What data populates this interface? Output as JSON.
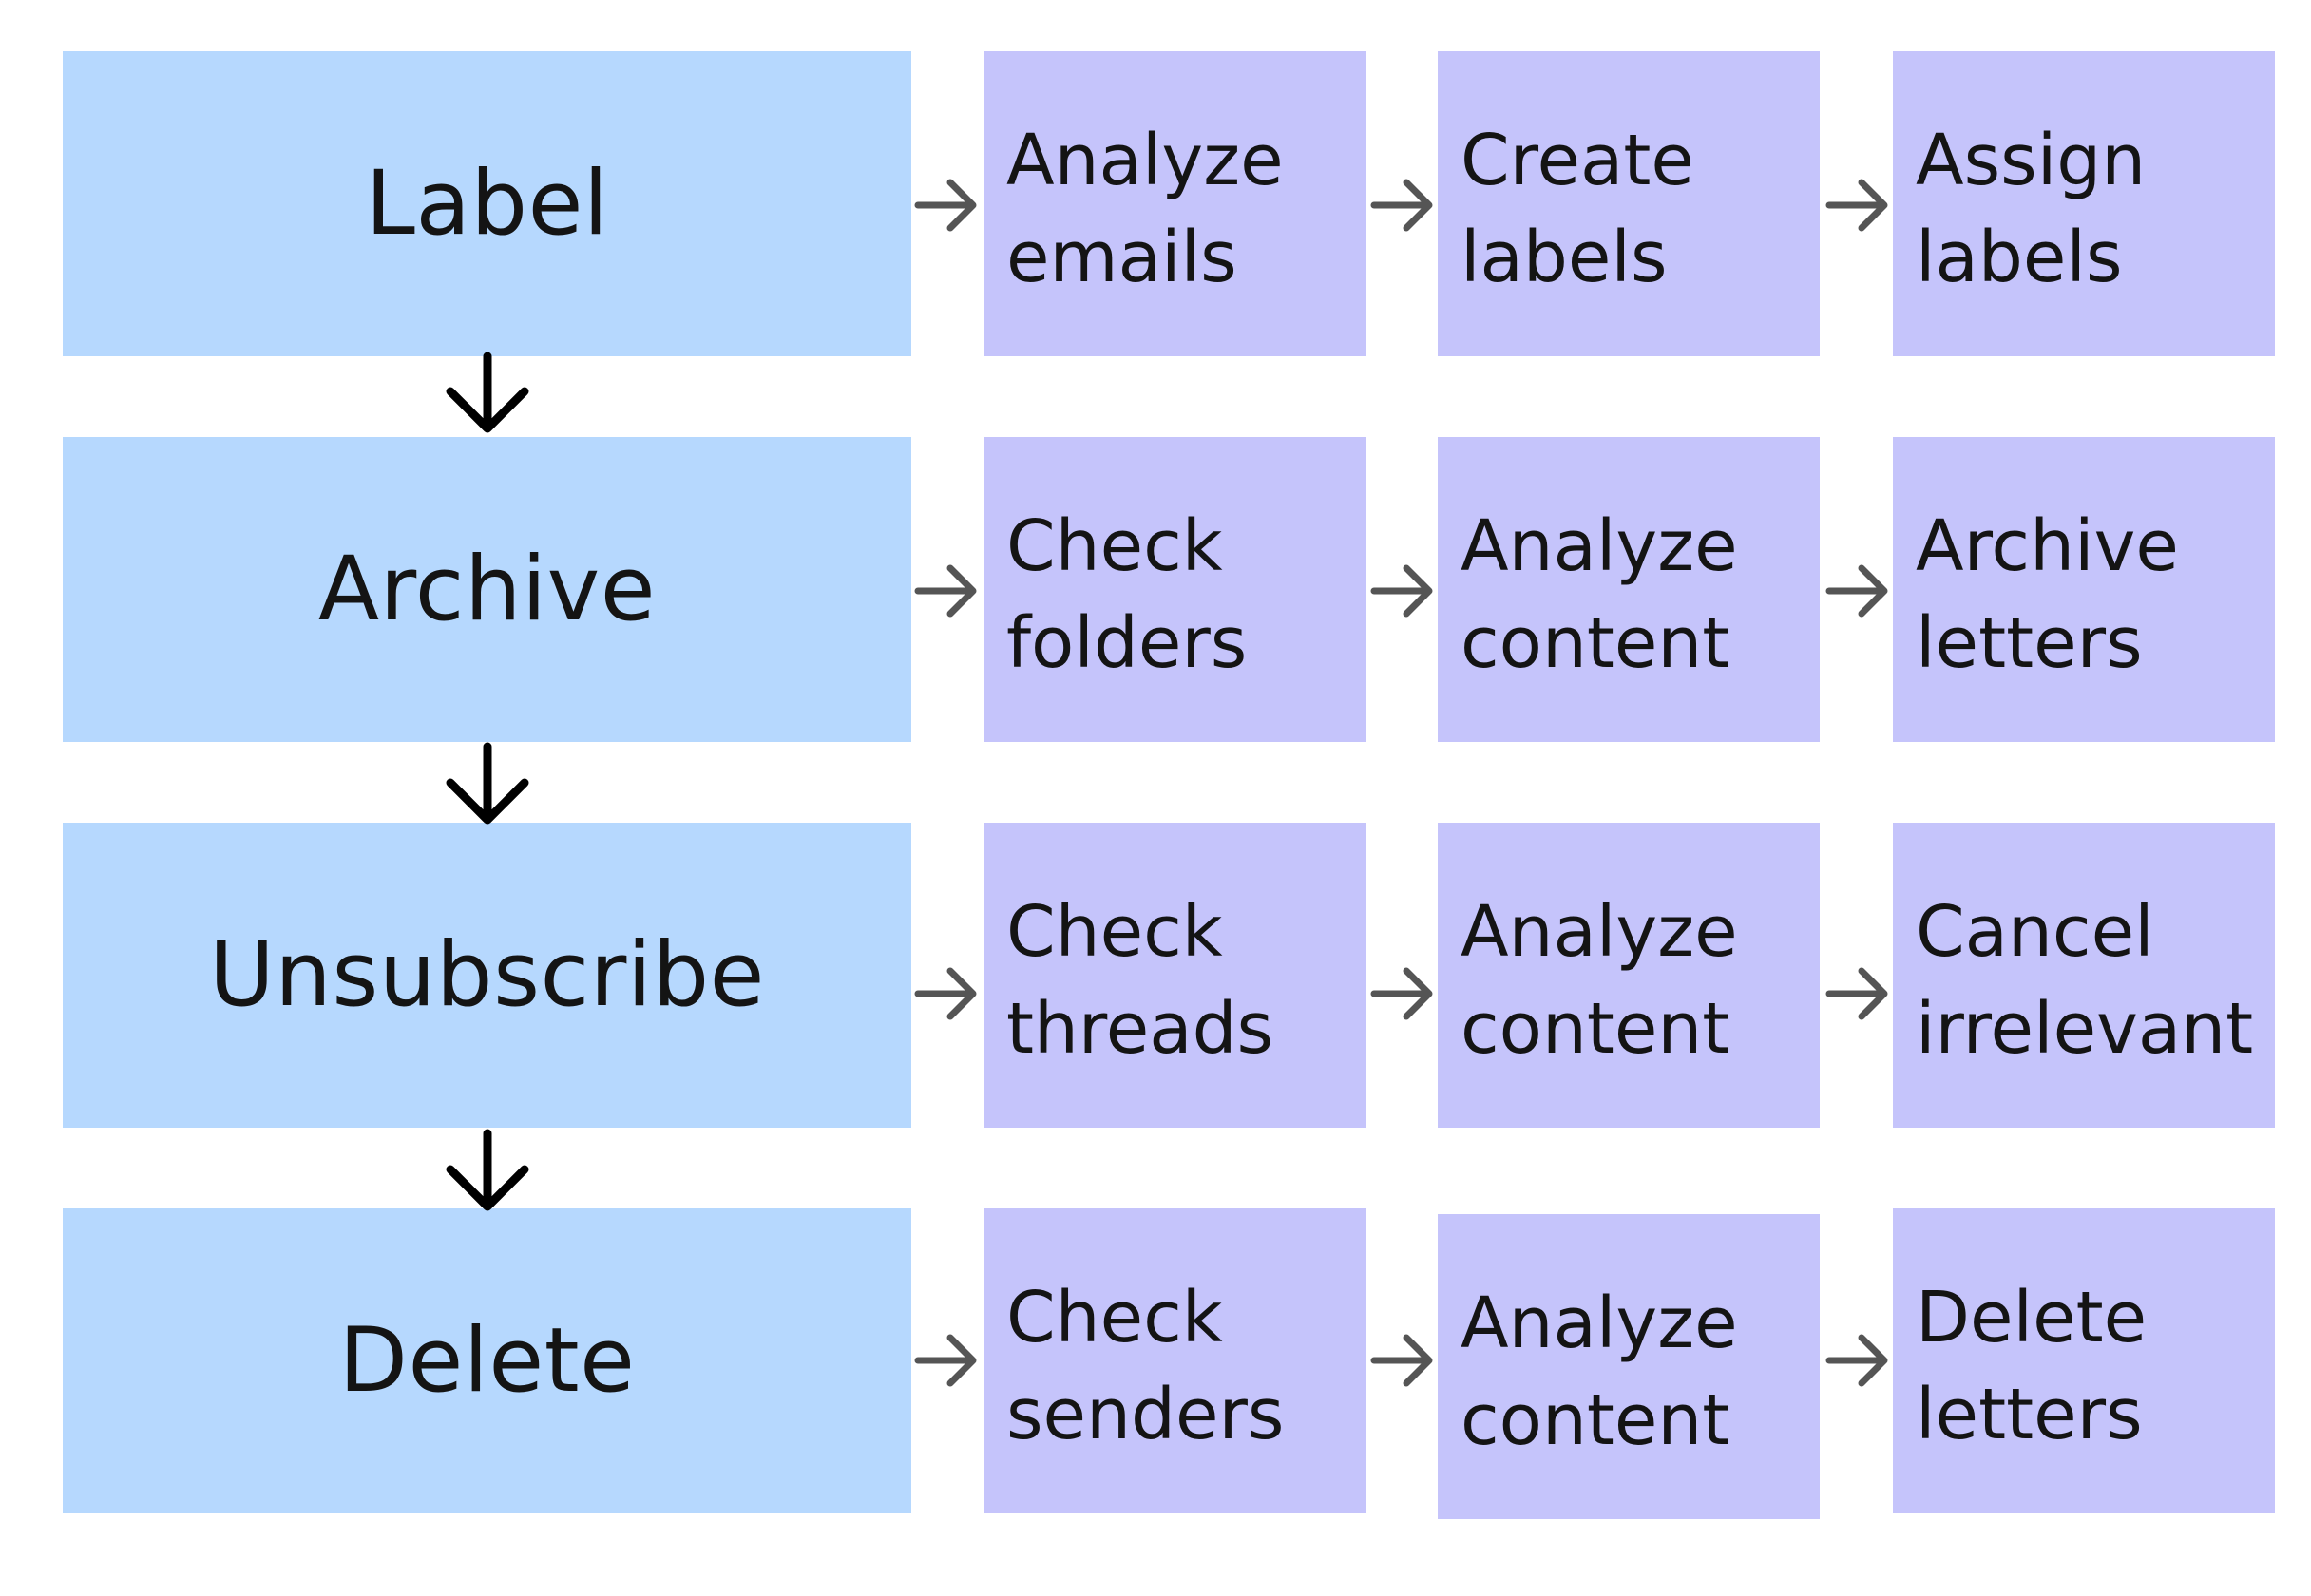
{
  "colors": {
    "main_fill": "#b6d8fe",
    "step_fill": "#c5c4fb",
    "text": "#141414",
    "flow_arrow": "#000000",
    "step_arrow": "#555555"
  },
  "rows": [
    {
      "main": "Label",
      "steps": [
        {
          "line1": "Analyze",
          "line2": "emails"
        },
        {
          "line1": "Create",
          "line2": "labels"
        },
        {
          "line1": "Assign",
          "line2": "labels"
        }
      ]
    },
    {
      "main": "Archive",
      "steps": [
        {
          "line1": "Check",
          "line2": "folders"
        },
        {
          "line1": "Analyze",
          "line2": "content"
        },
        {
          "line1": "Archive",
          "line2": "letters"
        }
      ]
    },
    {
      "main": "Unsubscribe",
      "steps": [
        {
          "line1": "Check",
          "line2": "threads"
        },
        {
          "line1": "Analyze",
          "line2": "content"
        },
        {
          "line1": "Cancel",
          "line2": "irrelevant"
        }
      ]
    },
    {
      "main": "Delete",
      "steps": [
        {
          "line1": "Check",
          "line2": "senders"
        },
        {
          "line1": "Analyze",
          "line2": "content"
        },
        {
          "line1": "Delete",
          "line2": "letters"
        }
      ]
    }
  ]
}
